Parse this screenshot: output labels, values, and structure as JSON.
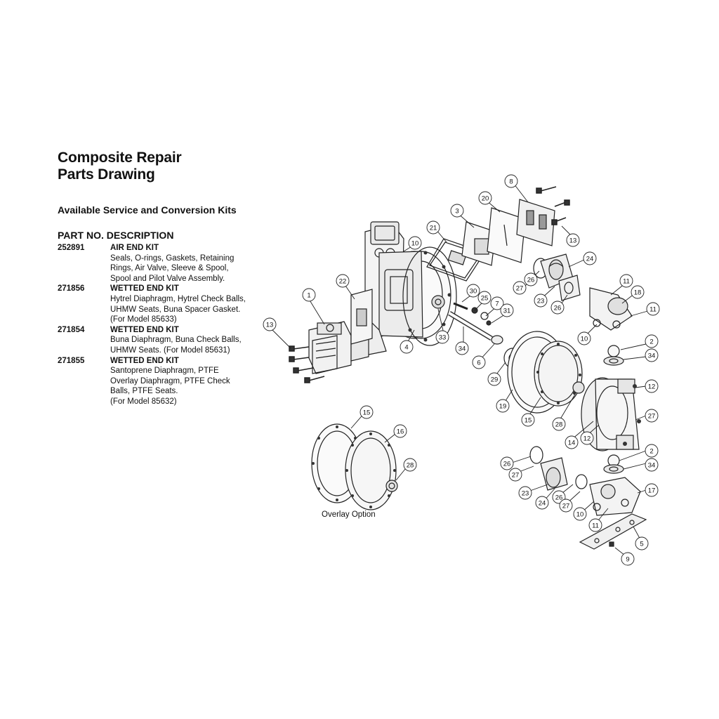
{
  "heading": {
    "title_line1": "Composite Repair",
    "title_line2": "Parts Drawing",
    "subtitle": "Available Service and Conversion Kits",
    "col_part_no": "PART NO.",
    "col_description": "DESCRIPTION"
  },
  "kits": [
    {
      "part_no": "252891",
      "name": "AIR END KIT",
      "description": "Seals, O-rings, Gaskets, Retaining\nRings, Air Valve, Sleeve & Spool,\nSpool and Pilot Valve Assembly."
    },
    {
      "part_no": "271856",
      "name": "WETTED END KIT",
      "description": "Hytrel Diaphragm, Hytrel Check Balls,\nUHMW Seats, Buna Spacer Gasket.\n(For Model 85633)"
    },
    {
      "part_no": "271854",
      "name": "WETTED END KIT",
      "description": "Buna Diaphragm, Buna Check Balls,\nUHMW Seats. (For Model 85631)"
    },
    {
      "part_no": "271855",
      "name": "WETTED END KIT",
      "description": "Santoprene Diaphragm, PTFE\nOverlay Diaphragm, PTFE Check\nBalls, PTFE Seats.\n(For Model 85632)"
    }
  ],
  "overlay_caption": "Overlay Option",
  "callouts": [
    "1",
    "2",
    "3",
    "4",
    "5",
    "6",
    "7",
    "8",
    "9",
    "10",
    "11",
    "12",
    "13",
    "14",
    "15",
    "16",
    "17",
    "18",
    "19",
    "20",
    "21",
    "22",
    "23",
    "24",
    "25",
    "26",
    "27",
    "28",
    "29",
    "30",
    "31",
    "33",
    "34"
  ]
}
